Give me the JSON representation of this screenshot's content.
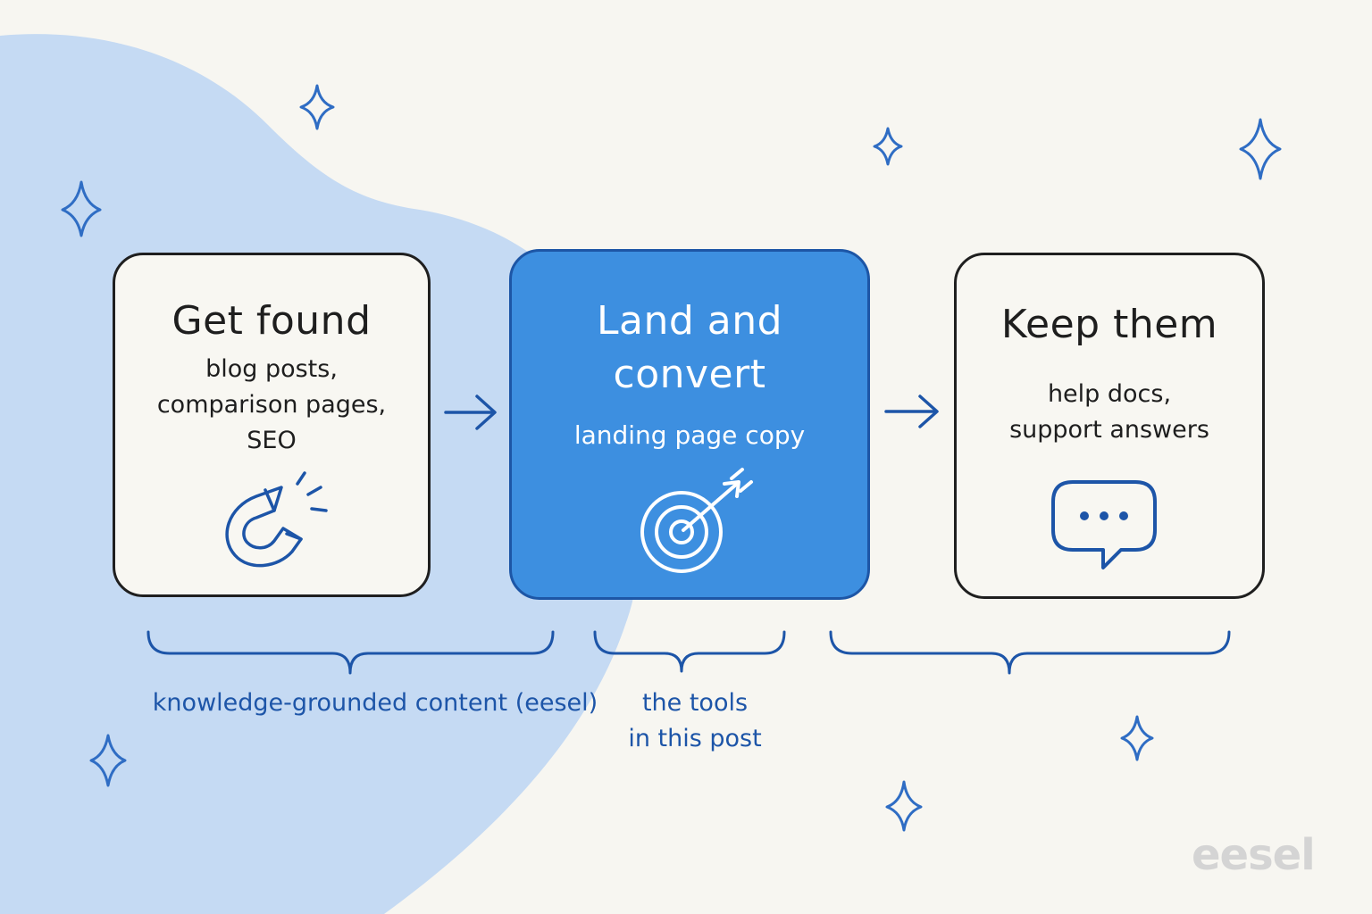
{
  "colors": {
    "background": "#f7f6f1",
    "blob": "#c5daf3",
    "accent_blue": "#3d8fe0",
    "accent_dark_blue": "#1d55a8",
    "card_border": "#1f1f1f",
    "sparkle": "#2f6dc4",
    "brand_gray": "#d4d4d4"
  },
  "steps": [
    {
      "title": "Get found",
      "description": "blog posts,\ncomparison pages,\nSEO",
      "icon": "magnet-icon",
      "highlighted": false
    },
    {
      "title": "Land and\nconvert",
      "description": "landing page copy",
      "icon": "target-arrow-icon",
      "highlighted": true
    },
    {
      "title": "Keep them",
      "description": "help docs,\nsupport answers",
      "icon": "chat-bubble-icon",
      "highlighted": false
    }
  ],
  "connectors": [
    "arrow-right-icon",
    "arrow-right-icon"
  ],
  "braces": [
    {
      "spans": "Get found",
      "label": "knowledge-grounded content (eesel)"
    },
    {
      "spans": "Land and convert",
      "label": "the tools\nin this post"
    },
    {
      "spans": "Keep them",
      "label": ""
    }
  ],
  "decorations": [
    "sparkle-icon"
  ],
  "brand": "eesel"
}
